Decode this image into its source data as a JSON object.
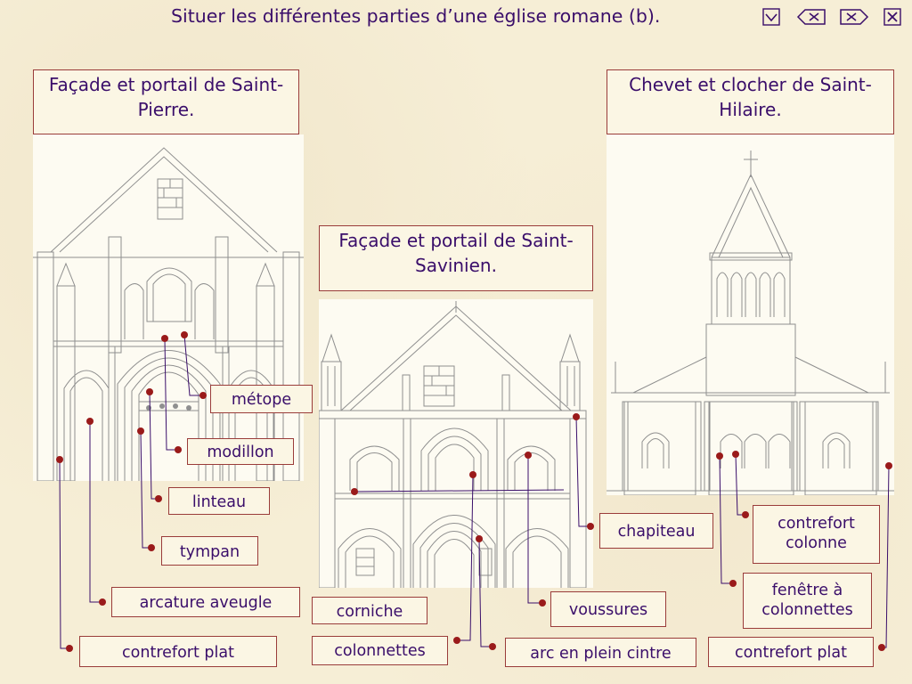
{
  "title": "Situer les différentes parties d’une église romane (b).",
  "nav": {
    "icons": [
      "dropdown-triangle-icon",
      "delete-left-icon",
      "delete-right-icon",
      "close-box-icon"
    ]
  },
  "headings": {
    "saint_pierre": "Façade et portail de Saint-Pierre.",
    "saint_savinien": "Façade et portail de Saint-Savinien.",
    "saint_hilaire": "Chevet et clocher de Saint-Hilaire."
  },
  "labels": {
    "metope": "métope",
    "modillon": "modillon",
    "linteau": "linteau",
    "tympan": "tympan",
    "arcature_aveugle": "arcature aveugle",
    "contrefort_plat_left": "contrefort plat",
    "corniche": "corniche",
    "colonnettes": "colonnettes",
    "chapiteau": "chapiteau",
    "voussures": "voussures",
    "arc_en_plein_cintre": "arc en plein cintre",
    "contrefort_colonne": "contrefort colonne",
    "fenetre_a_colonnettes": "fenêtre à colonnettes",
    "contrefort_plat_right": "contrefort plat"
  },
  "colors": {
    "title_text": "#3a0e6a",
    "border": "#9a3c3a",
    "marker": "#9a1a1a",
    "background": "#f6eed6"
  }
}
